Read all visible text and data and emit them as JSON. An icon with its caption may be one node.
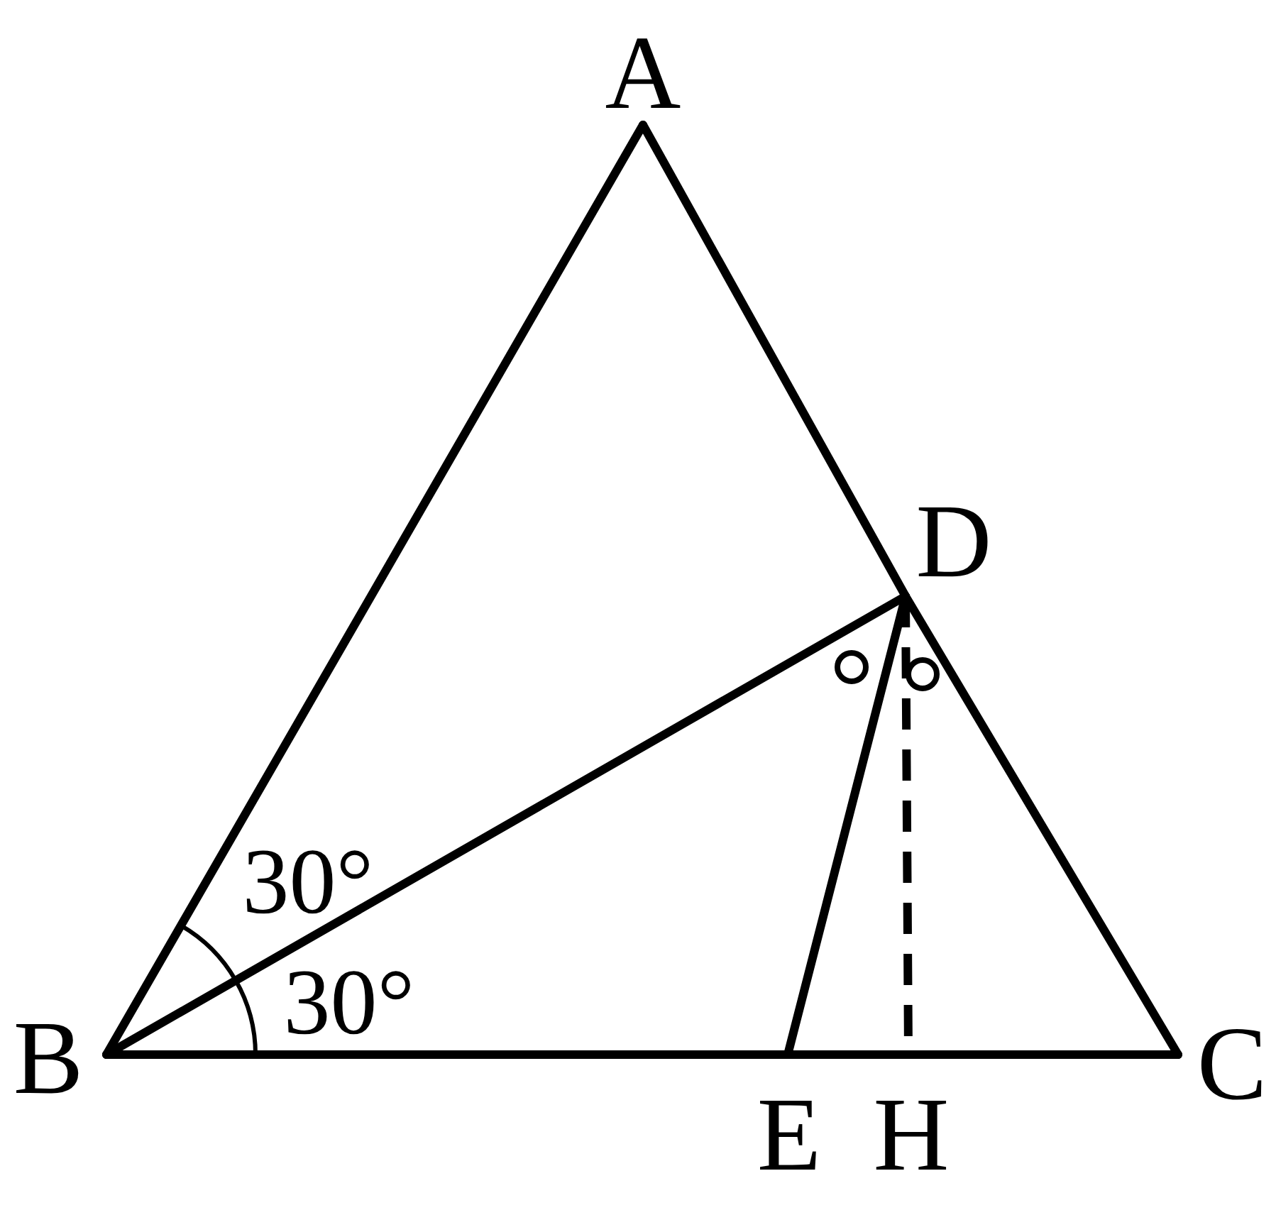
{
  "diagram": {
    "nodes": [
      {
        "text": [
          "A"
        ]
      },
      {
        "text": [
          "D"
        ]
      },
      {
        "text": [
          "B"
        ]
      },
      {
        "text": [
          "C"
        ]
      },
      {
        "text": [
          "E"
        ]
      },
      {
        "text": [
          "H"
        ]
      }
    ],
    "edges": [
      {
        "from": 0,
        "to": 2,
        "arrow": "none"
      },
      {
        "from": 0,
        "to": 1,
        "arrow": "none"
      },
      {
        "from": 1,
        "to": 3,
        "arrow": "none"
      },
      {
        "from": 2,
        "to": 4,
        "arrow": "none"
      },
      {
        "from": 4,
        "to": 5,
        "arrow": "none"
      },
      {
        "from": 5,
        "to": 3,
        "arrow": "none"
      },
      {
        "from": 2,
        "to": 1,
        "arrow": "none"
      },
      {
        "from": 1,
        "to": 4,
        "arrow": "none"
      },
      {
        "from": 1,
        "to": 5,
        "arrow": "none",
        "style": "dashed"
      }
    ],
    "labels": [
      "30°",
      "30°"
    ]
  }
}
